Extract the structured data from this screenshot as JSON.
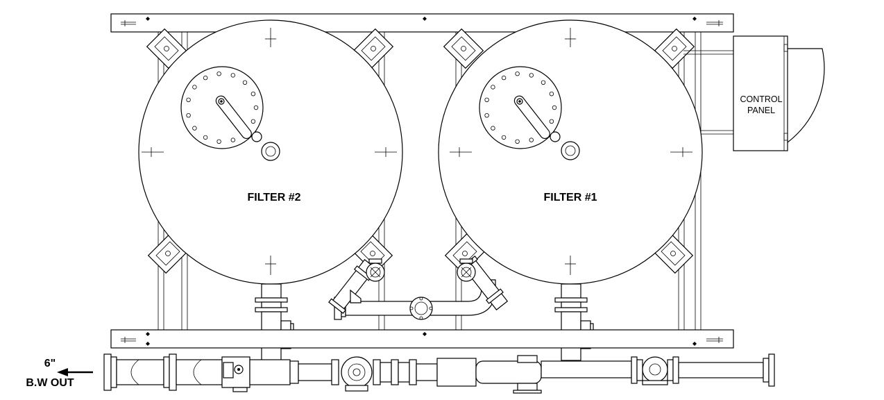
{
  "labels": {
    "filter_left": "FILTER #2",
    "filter_right": "FILTER #1",
    "control_panel_line1": "CONTROL",
    "control_panel_line2": "PANEL",
    "outlet_size": "6\"",
    "outlet_name": "B.W OUT"
  },
  "colors": {
    "line": "#000000",
    "background": "#ffffff"
  }
}
